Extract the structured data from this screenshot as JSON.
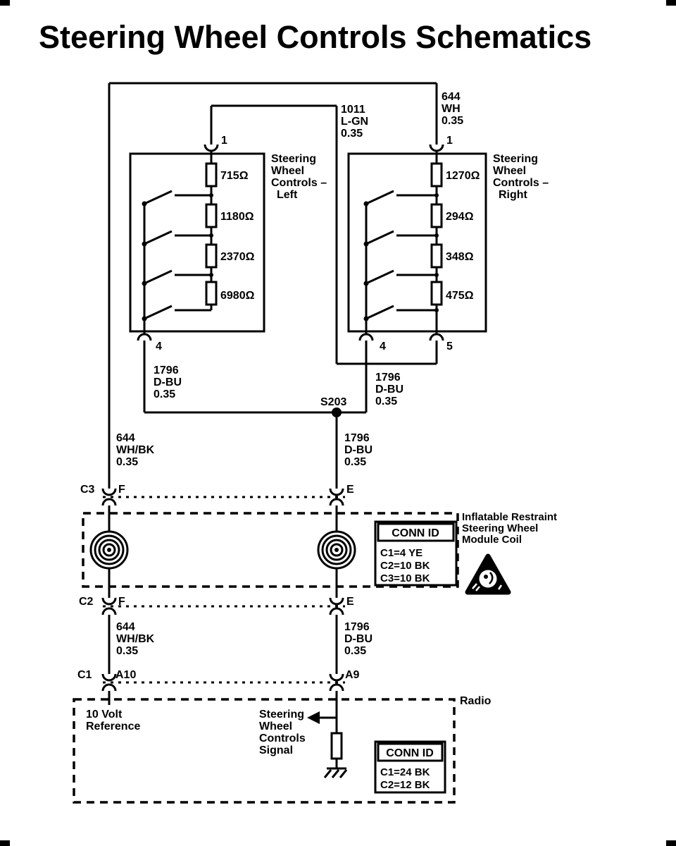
{
  "colors": {
    "ink": "#000000",
    "paper": "#ffffff"
  },
  "title": "Steering Wheel Controls Schematics",
  "left_control": {
    "name_lines": [
      "Steering",
      "Wheel",
      "Controls –",
      "Left"
    ],
    "pin_top": "1",
    "pin_bottom": "4",
    "resistors": [
      "715Ω",
      "1180Ω",
      "2370Ω",
      "6980Ω"
    ]
  },
  "right_control": {
    "name_lines": [
      "Steering",
      "Wheel",
      "Controls –",
      "Right"
    ],
    "pin_top": "1",
    "pin_bottom_left": "4",
    "pin_bottom_right": "5",
    "resistors": [
      "1270Ω",
      "294Ω",
      "348Ω",
      "475Ω"
    ]
  },
  "wires": {
    "w644_wh": [
      "644",
      "WH",
      "0.35"
    ],
    "w1011_lgn": [
      "1011",
      "L-GN",
      "0.35"
    ],
    "w1796_left": [
      "1796",
      "D-BU",
      "0.35"
    ],
    "w1796_right": [
      "1796",
      "D-BU",
      "0.35"
    ],
    "splice": "S203",
    "w644_whbk_upper": [
      "644",
      "WH/BK",
      "0.35"
    ],
    "w1796_upper": [
      "1796",
      "D-BU",
      "0.35"
    ],
    "w644_whbk_lower": [
      "644",
      "WH/BK",
      "0.35"
    ],
    "w1796_lower": [
      "1796",
      "D-BU",
      "0.35"
    ]
  },
  "coil_module": {
    "name_lines": [
      "Inflatable Restraint",
      "Steering Wheel",
      "Module Coil"
    ],
    "top_connector": {
      "name": "C3",
      "left_term": "F",
      "right_term": "E"
    },
    "bottom_connector": {
      "name": "C2",
      "left_term": "F",
      "right_term": "E"
    },
    "conn_id": {
      "header": "CONN ID",
      "rows": [
        "C1=4 YE",
        "C2=10 BK",
        "C3=10 BK"
      ]
    }
  },
  "radio": {
    "name": "Radio",
    "connector": {
      "name": "C1",
      "left_term": "A10",
      "right_term": "A9"
    },
    "ref_lines": [
      "10 Volt",
      "Reference"
    ],
    "signal_lines": [
      "Steering",
      "Wheel",
      "Controls",
      "Signal"
    ],
    "conn_id": {
      "header": "CONN ID",
      "rows": [
        "C1=24 BK",
        "C2=12 BK"
      ]
    }
  }
}
